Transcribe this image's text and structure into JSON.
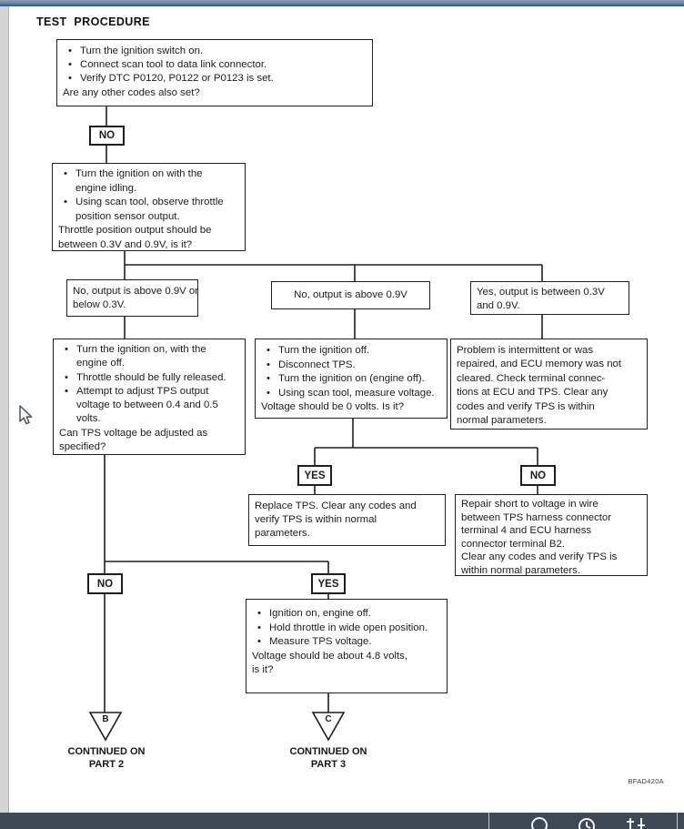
{
  "page": {
    "title": "TEST PROCEDURE",
    "code_label": "BFAD420A"
  },
  "colors": {
    "topbar_blue": "#63819f",
    "statusbar_bg": "#3e4955",
    "line_black": "#1e1e1e"
  },
  "boxes": {
    "start": {
      "lines": [
        {
          "s": "b",
          "t": "Turn the ignition switch on."
        },
        {
          "s": "b",
          "t": "Connect scan tool to data link connector."
        },
        {
          "s": "b",
          "t": "Verify DTC P0120, P0122 or P0123 is set."
        },
        {
          "s": "p",
          "t": "Are any other codes also set?"
        }
      ]
    },
    "observe": {
      "lines": [
        {
          "s": "b",
          "t": "Turn the ignition on with the"
        },
        {
          "s": "c",
          "t": "engine idling."
        },
        {
          "s": "b",
          "t": "Using scan tool, observe throttle"
        },
        {
          "s": "c",
          "t": "position sensor output."
        },
        {
          "s": "p",
          "t": "Throttle position output should be"
        },
        {
          "s": "p",
          "t": "between 0.3V and 0.9V, is it?"
        }
      ]
    },
    "branch_left": {
      "lines": [
        {
          "s": "p",
          "t": "No, output is above 0.9V or"
        },
        {
          "s": "p",
          "t": "below 0.3V."
        }
      ]
    },
    "branch_mid": {
      "lines": [
        {
          "s": "p",
          "t": "No, output is above 0.9V"
        }
      ]
    },
    "branch_right": {
      "lines": [
        {
          "s": "p",
          "t": "Yes, output is between 0.3V"
        },
        {
          "s": "p",
          "t": "and 0.9V."
        }
      ]
    },
    "adjust": {
      "lines": [
        {
          "s": "b",
          "t": "Turn the ignition on, with the"
        },
        {
          "s": "c",
          "t": "engine off."
        },
        {
          "s": "b",
          "t": "Throttle should be fully released."
        },
        {
          "s": "b",
          "t": "Attempt to adjust TPS output"
        },
        {
          "s": "c",
          "t": "voltage to between 0.4 and 0.5"
        },
        {
          "s": "c",
          "t": "volts."
        },
        {
          "s": "p",
          "t": "Can TPS voltage be adjusted as"
        },
        {
          "s": "p",
          "t": "specified?"
        }
      ]
    },
    "disconnect": {
      "lines": [
        {
          "s": "b",
          "t": "Turn the ignition off."
        },
        {
          "s": "b",
          "t": "Disconnect TPS."
        },
        {
          "s": "b",
          "t": "Turn the ignition on (engine off)."
        },
        {
          "s": "b",
          "t": "Using scan tool, measure voltage."
        },
        {
          "s": "p",
          "t": "Voltage should be 0 volts. Is it?"
        }
      ]
    },
    "intermittent": {
      "lines": [
        {
          "s": "p",
          "t": "Problem is intermittent or was"
        },
        {
          "s": "p",
          "t": "repaired, and ECU memory was not"
        },
        {
          "s": "p",
          "t": "cleared. Check terminal connec-"
        },
        {
          "s": "p",
          "t": "tions at ECU and TPS. Clear any"
        },
        {
          "s": "p",
          "t": "codes and verify TPS is within"
        },
        {
          "s": "p",
          "t": "normal parameters."
        }
      ]
    },
    "replace": {
      "lines": [
        {
          "s": "p",
          "t": "Replace TPS. Clear any codes and"
        },
        {
          "s": "p",
          "t": "verify TPS is within normal"
        },
        {
          "s": "p",
          "t": "parameters."
        }
      ]
    },
    "repair": {
      "lines": [
        {
          "s": "p",
          "t": "Repair short to voltage in wire"
        },
        {
          "s": "p",
          "t": "between TPS harness connector"
        },
        {
          "s": "p",
          "t": "terminal 4 and ECU harness"
        },
        {
          "s": "p",
          "t": "connector terminal B2."
        },
        {
          "s": "p",
          "t": "Clear any codes and verify TPS is"
        },
        {
          "s": "p",
          "t": "within normal parameters."
        }
      ]
    },
    "wideopen": {
      "lines": [
        {
          "s": "b",
          "t": "Ignition on, engine off."
        },
        {
          "s": "b",
          "t": "Hold throttle in wide open position."
        },
        {
          "s": "b",
          "t": "Measure TPS voltage."
        },
        {
          "s": "p",
          "t": "Voltage should be about 4.8 volts,"
        },
        {
          "s": "p",
          "t": "is it?"
        }
      ]
    }
  },
  "badges": {
    "no1": "NO",
    "yes1": "YES",
    "no2": "NO",
    "no3": "NO",
    "yes2": "YES"
  },
  "connectors": {
    "b": {
      "letter": "B",
      "caption_line1": "CONTINUED ON",
      "caption_line2": "PART 2"
    },
    "c": {
      "letter": "C",
      "caption_line1": "CONTINUED ON",
      "caption_line2": "PART 3"
    }
  },
  "statusbar": {
    "icons": [
      "search-icon",
      "history-icon",
      "filter-icon"
    ]
  }
}
